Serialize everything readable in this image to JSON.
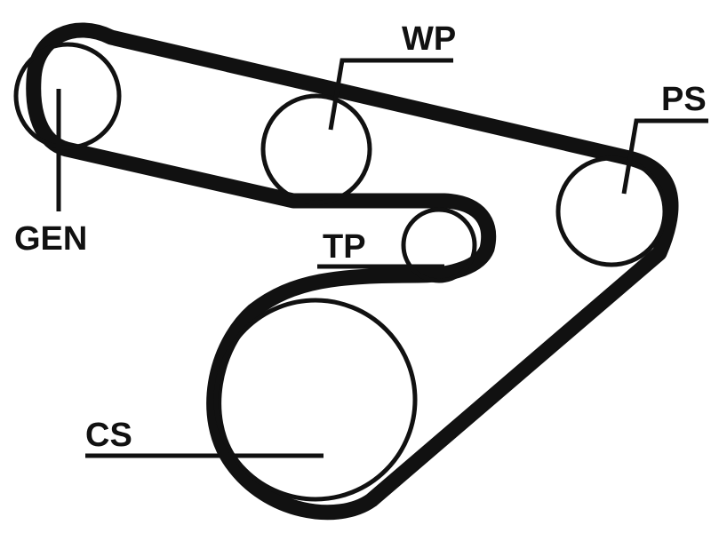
{
  "labels": {
    "gen": "GEN",
    "wp": "WP",
    "ps": "PS",
    "tp": "TP",
    "cs": "CS"
  },
  "colors": {
    "ink": "#111111",
    "background": "#ffffff"
  }
}
